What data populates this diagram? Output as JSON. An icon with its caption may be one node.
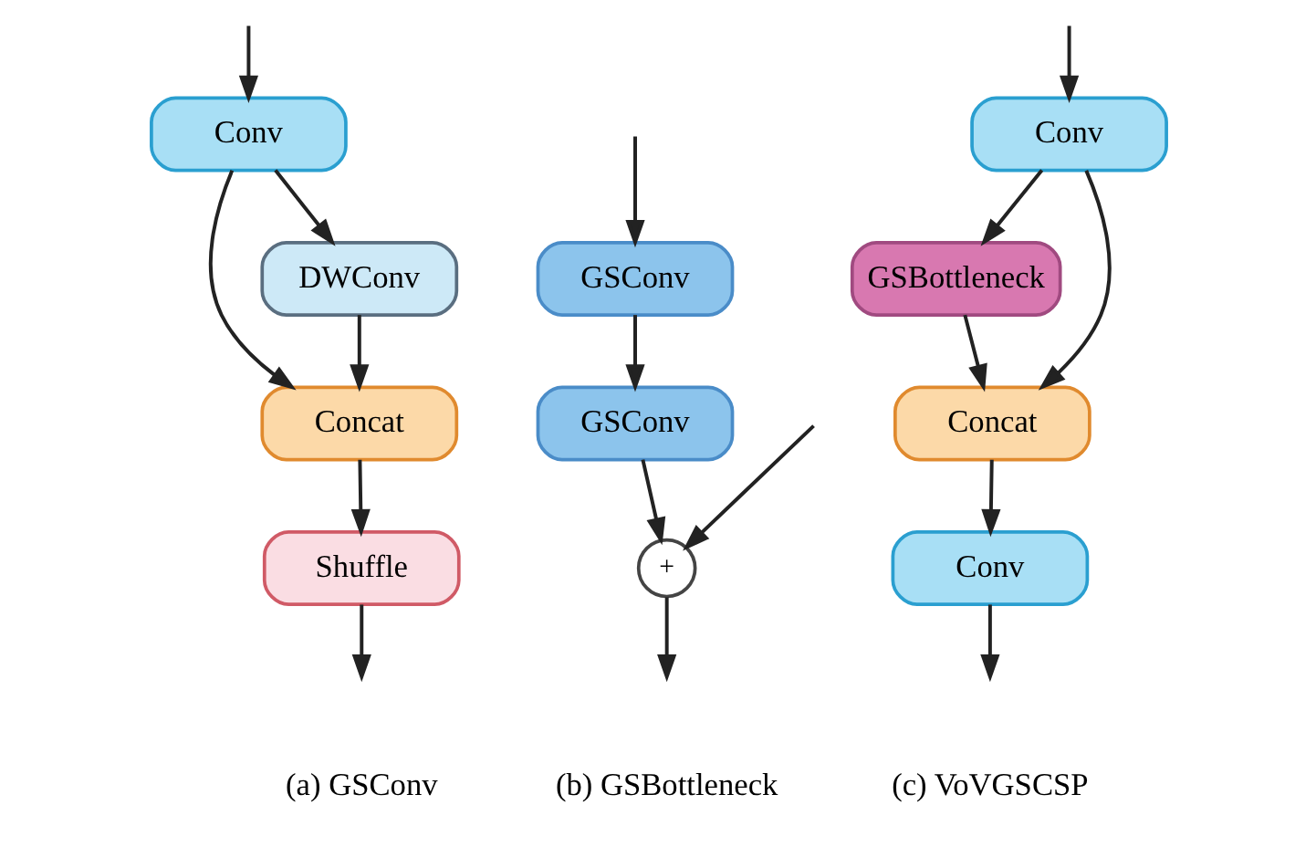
{
  "diagram": {
    "nodes": [
      {
        "text": [
          "Conv"
        ]
      },
      {
        "text": [
          "DWConv"
        ]
      },
      {
        "text": [
          "Concat"
        ]
      },
      {
        "text": [
          "Shuffle"
        ]
      },
      {
        "text": [
          "GSConv"
        ]
      },
      {
        "text": [
          "GSConv"
        ]
      },
      {
        "text": [
          "+"
        ]
      },
      {
        "text": [
          "Conv"
        ]
      },
      {
        "text": [
          "GSBottleneck"
        ]
      },
      {
        "text": [
          "Concat"
        ]
      },
      {
        "text": [
          "Conv"
        ]
      }
    ],
    "edges": [
      {
        "from": null,
        "to": 0,
        "arrow": "to"
      },
      {
        "from": 0,
        "to": 1,
        "arrow": "to"
      },
      {
        "from": 0,
        "to": 2,
        "arrow": "to"
      },
      {
        "from": 1,
        "to": 2,
        "arrow": "to"
      },
      {
        "from": 2,
        "to": 3,
        "arrow": "to"
      },
      {
        "from": 3,
        "to": null,
        "arrow": "to"
      },
      {
        "from": null,
        "to": 4,
        "arrow": "to"
      },
      {
        "from": null,
        "to": 6,
        "arrow": "to"
      },
      {
        "from": 4,
        "to": 5,
        "arrow": "to"
      },
      {
        "from": 5,
        "to": 6,
        "arrow": "to"
      },
      {
        "from": 6,
        "to": null,
        "arrow": "to"
      },
      {
        "from": null,
        "to": 7,
        "arrow": "to"
      },
      {
        "from": 7,
        "to": 8,
        "arrow": "to"
      },
      {
        "from": 7,
        "to": 9,
        "arrow": "to"
      },
      {
        "from": 8,
        "to": 9,
        "arrow": "to"
      },
      {
        "from": 9,
        "to": 10,
        "arrow": "to"
      },
      {
        "from": 10,
        "to": null,
        "arrow": "to"
      }
    ],
    "labels": [
      "(a) GSConv",
      "(b) GSBottleneck",
      "(c) VoVGSCSP"
    ]
  }
}
